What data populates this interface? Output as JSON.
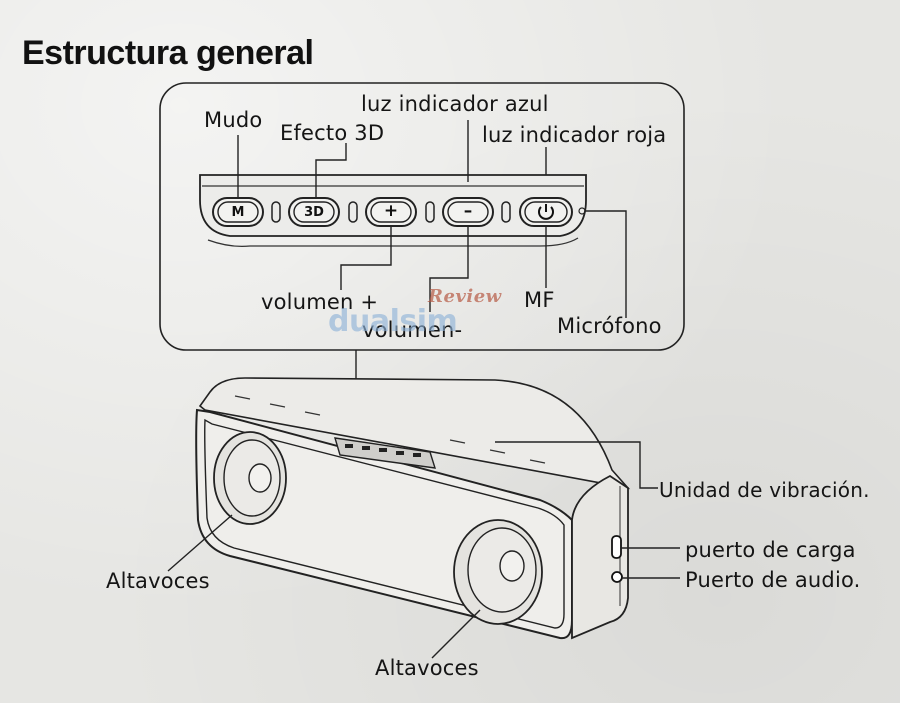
{
  "title": "Estructura general",
  "labels": {
    "mudo": "Mudo",
    "efecto3d": "Efecto 3D",
    "luz_azul": "luz indicador azul",
    "luz_roja": "luz indicador roja",
    "volumen_mas": "volumen +",
    "volumen_menos": "volumen-",
    "mf": "MF",
    "microfono": "Micrófono",
    "unidad_vibracion": "Unidad de vibración.",
    "puerto_carga": "puerto de carga",
    "puerto_audio": "Puerto de audio.",
    "altavoces_izq": "Altavoces",
    "altavoces_inf": "Altavoces"
  },
  "buttons": {
    "m": "M",
    "three_d": "3D",
    "plus": "+",
    "minus": "–"
  },
  "watermark": {
    "review": "Review",
    "brand": "dualsim"
  },
  "icons": {
    "power": "power-icon"
  }
}
